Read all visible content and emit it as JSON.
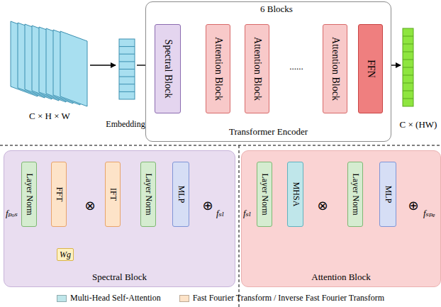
{
  "diagram": {
    "nodes": [
      {
        "text": [
          "Transformer Encoder"
        ]
      },
      {
        "text": [
          "Spectral Block"
        ],
        "in": 0
      },
      {
        "text": [
          "Attention Block"
        ],
        "in": 0
      },
      {
        "text": [
          "Attention Block"
        ],
        "in": 0
      },
      {
        "text": [
          "Attention Block"
        ],
        "in": 0
      },
      {
        "text": [
          "FFN"
        ],
        "in": 0
      },
      {
        "text": [
          "Spectral Block"
        ]
      },
      {
        "text": [
          "Layer Norm"
        ],
        "in": 6
      },
      {
        "text": [
          "FFT"
        ],
        "in": 6
      },
      {
        "text": [
          "⊗"
        ],
        "in": 6
      },
      {
        "text": [
          "IFT"
        ],
        "in": 6
      },
      {
        "text": [
          "Layer Norm"
        ],
        "in": 6
      },
      {
        "text": [
          "MLP"
        ],
        "in": 6
      },
      {
        "text": [
          "⊕"
        ],
        "in": 6
      },
      {
        "text": [
          "Wg"
        ],
        "in": 6
      },
      {
        "text": [
          "Attention Block"
        ]
      },
      {
        "text": [
          "Layer Norm"
        ],
        "in": 15
      },
      {
        "text": [
          "MHSA"
        ],
        "in": 15
      },
      {
        "text": [
          "⊗"
        ],
        "in": 15
      },
      {
        "text": [
          "Layer Norm"
        ],
        "in": 15
      },
      {
        "text": [
          "MLP"
        ],
        "in": 15
      },
      {
        "text": [
          "⊕"
        ],
        "in": 15
      }
    ],
    "edges": [
      {
        "from": 7,
        "to": 8,
        "arrow": "none"
      },
      {
        "from": 8,
        "to": 9,
        "arrow": "to"
      },
      {
        "from": 9,
        "to": 10,
        "arrow": "none"
      },
      {
        "from": 10,
        "to": 11,
        "arrow": "none"
      },
      {
        "from": 11,
        "to": 12,
        "arrow": "none"
      },
      {
        "from": 12,
        "to": 13,
        "arrow": "to"
      },
      {
        "from": 14,
        "to": 9,
        "arrow": "to"
      },
      {
        "from": 16,
        "to": 17,
        "arrow": "none"
      },
      {
        "from": 17,
        "to": 18,
        "arrow": "to"
      },
      {
        "from": 18,
        "to": 19,
        "arrow": "none"
      },
      {
        "from": 19,
        "to": 20,
        "arrow": "none"
      },
      {
        "from": 20,
        "to": 21,
        "arrow": "to"
      },
      {
        "from": 18,
        "to": 21,
        "arrow": "to"
      }
    ],
    "labels": [
      "C × H × W",
      "Embedding",
      "6 Blocks",
      "......",
      "C × (HW)",
      "fₚₒₛ",
      "fₛₗ",
      "fₛₗ",
      "fₛₚₑ"
    ],
    "legend": [
      {
        "text": "Multi-Head Self-Attention",
        "color": "#bfe6ea"
      },
      {
        "text": "Fast Fourier Transform / Inverse Fast Fourier Transform",
        "color": "#fde3c8"
      }
    ]
  }
}
